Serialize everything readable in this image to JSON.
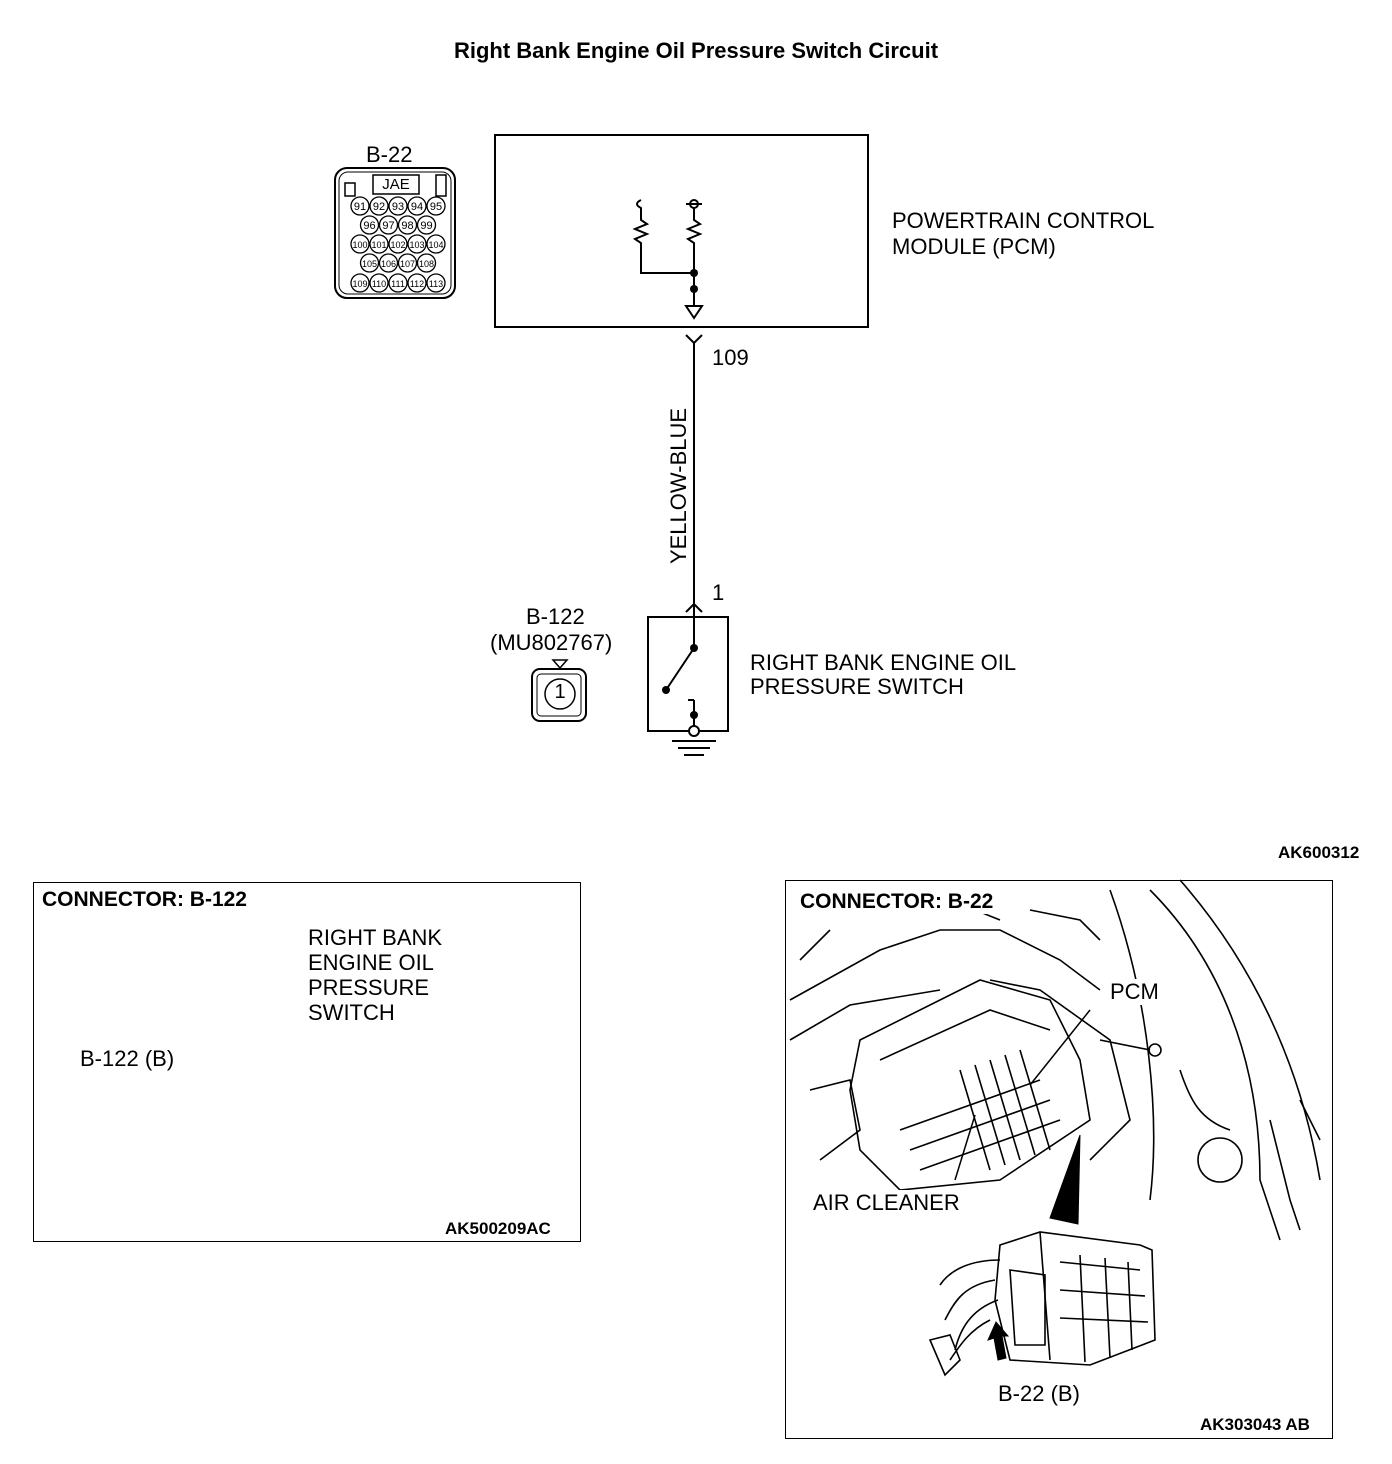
{
  "title": "Right Bank Engine Oil Pressure Switch Circuit",
  "pcm": {
    "name_line1": "POWERTRAIN CONTROL",
    "name_line2": "MODULE (PCM)"
  },
  "b22_connector": {
    "label": "B-22",
    "maker": "JAE",
    "pins": {
      "row1": [
        "91",
        "92",
        "93",
        "94",
        "95"
      ],
      "row2": [
        "96",
        "97",
        "98",
        "99"
      ],
      "row3": [
        "100",
        "101",
        "102",
        "103",
        "104"
      ],
      "row4": [
        "105",
        "106",
        "107",
        "108"
      ],
      "row5": [
        "109",
        "110",
        "111",
        "112",
        "113"
      ]
    }
  },
  "wire": {
    "color": "YELLOW-BLUE",
    "pcm_pin": "109",
    "switch_pin": "1"
  },
  "b122_connector": {
    "label": "B-122",
    "part": "(MU802767)",
    "pin": "1"
  },
  "switch": {
    "name_line1": "RIGHT BANK ENGINE OIL",
    "name_line2": "PRESSURE SWITCH"
  },
  "figure_code": "AK600312",
  "panel_left": {
    "header": "CONNECTOR: B-122",
    "callout_lines": [
      "RIGHT BANK",
      "ENGINE OIL",
      "PRESSURE",
      "SWITCH"
    ],
    "pointer": "B-122 (B)",
    "code": "AK500209AC"
  },
  "panel_right": {
    "header": "CONNECTOR: B-22",
    "pcm": "PCM",
    "air_cleaner": "AIR CLEANER",
    "pointer": "B-22 (B)",
    "code": "AK303043 AB"
  }
}
